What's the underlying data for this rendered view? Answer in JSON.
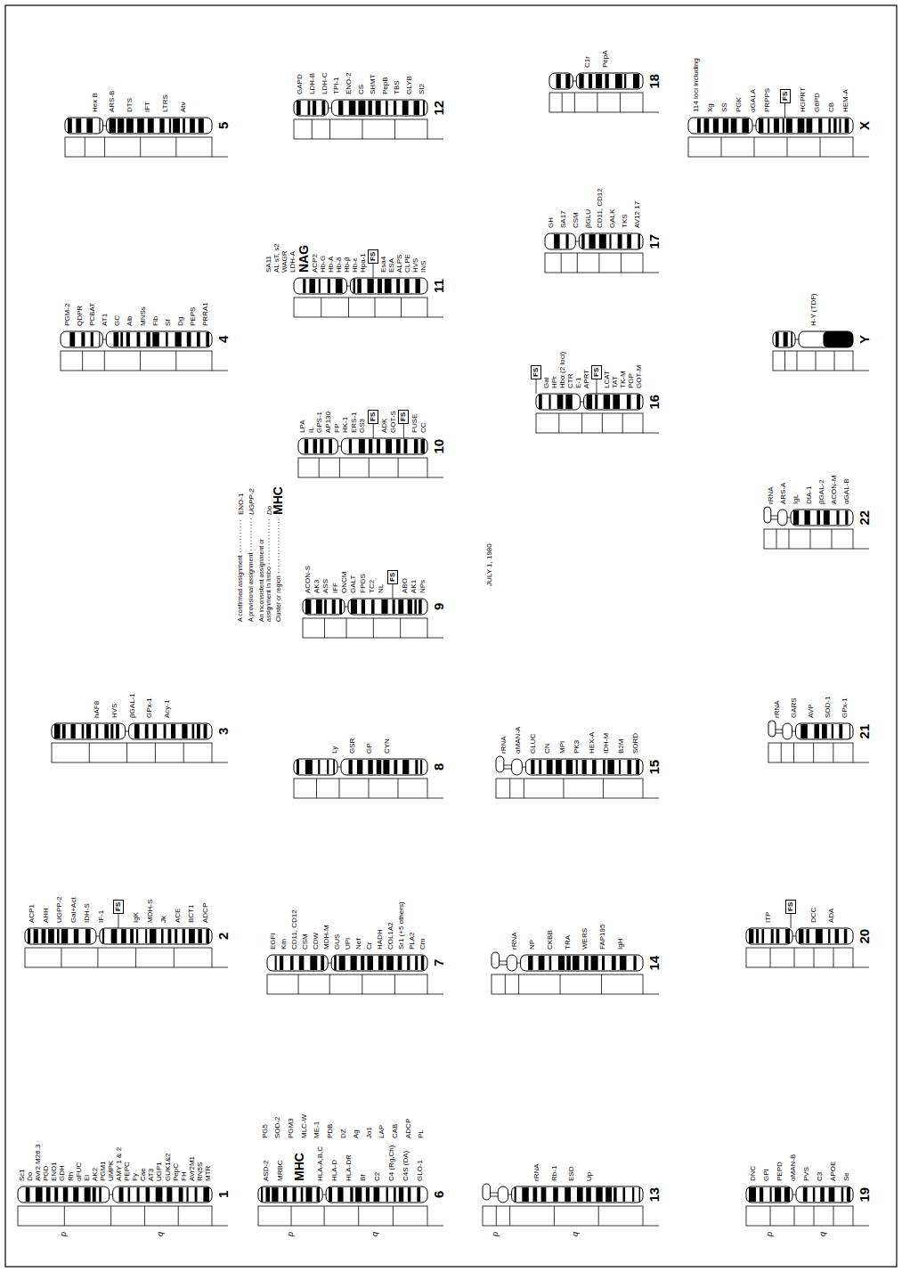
{
  "diagram": {
    "nodes": [
      {
        "text": [
          "FS"
        ]
      },
      {
        "text": [
          "FS"
        ]
      },
      {
        "text": [
          "FS"
        ]
      },
      {
        "text": [
          "FS"
        ]
      },
      {
        "text": [
          "FS"
        ]
      },
      {
        "text": [
          "FS"
        ]
      },
      {
        "text": [
          "FS"
        ]
      },
      {
        "text": [
          "FS"
        ]
      },
      {
        "text": [
          "FS"
        ]
      }
    ],
    "labels": [
      "p",
      "q",
      "Sc1",
      "Do",
      "AVr2 M26.3",
      "PGD",
      "ENO1",
      "GDH",
      "Rh",
      "αFUC",
      "El",
      "AK2",
      "PGM1",
      "UMPK",
      "AMY 1 & 2",
      "PEPC",
      "Fy",
      "Cae",
      "AT3",
      "UGP1",
      "GUK1&2",
      "PepC",
      "FH",
      "AVr2M1",
      "RN5S",
      "MTR",
      "1",
      "ACP1",
      "AHH",
      "UGPP-2",
      "Gal+Act",
      "IDH-S",
      "IF-1",
      "IgK",
      "MDH-S",
      "Jk",
      "ACE",
      "BCT1",
      "ADCP",
      "2",
      "hAF8",
      "HVS",
      "βGAL-1",
      "GPx-1",
      "Acy-1",
      "3",
      "A confirmed assignment",
      "ENO-1",
      "A provisional assignment",
      "UGPP-2",
      "An inconsistent assignment or assignment in limbo",
      "Do",
      "Cluster or region",
      "MHC",
      "PGM-2",
      "QDPR",
      "PCBAT",
      "AT1",
      "GC",
      "Alb",
      "MNSs",
      "Fib",
      "Sf",
      "Dg",
      "PEPS",
      "PRRA1",
      "4",
      "Hex B",
      "ARS-B",
      "DTS",
      "IFT",
      "LTRS",
      "Atv",
      "5",
      "p",
      "q",
      "ASD-2",
      "MRBC",
      "MHC",
      "HLA-A,B,C",
      "HLA-D",
      "HLA-DR",
      "Bf",
      "C2",
      "C4 (Rg,Ch)",
      "C4S (DA)",
      "GLO-1",
      "PG5",
      "SOD-2",
      "PGM3",
      "MLC-W",
      "ME-1",
      "PDB",
      "DZ",
      "Ag",
      "Jo1",
      "LAP",
      "CAB",
      "ADCP",
      "PL",
      "6",
      "EGFI",
      "Km",
      "CD11, CD12",
      "CSM",
      "CDW",
      "MDH-M",
      "GUS",
      "UPI",
      "Nef",
      "Cr",
      "HADH",
      "COL1A2",
      "Sr1 (+5 others)",
      "PLA2",
      "Cm",
      "7",
      "Ly",
      "GSR",
      "GP",
      "CYN",
      "8",
      "ACON-S",
      "AK3",
      "ASS",
      "IFF",
      "ONCM",
      "GALT",
      "FPGS",
      "TC2",
      "NL",
      "ABO",
      "AK1",
      "NPs",
      "9",
      "LPA",
      "IL",
      "GPS-1",
      "AP130",
      "FP",
      "HK-1",
      "ERS-1",
      "GS3",
      "ADK",
      "GOT-S",
      "FUSE",
      "CC",
      "10",
      "SA11",
      "AL sT, s2",
      "WAGR",
      "LDH-A",
      "NAG",
      "ACP2",
      "Hb-G",
      "Hb-A",
      "Hb-δ",
      "Hb-β",
      "Hb-ε",
      "Hpa-1",
      "Esa4",
      "ESA",
      "ALPS",
      "CLPE",
      "HVS",
      "INS",
      "11",
      "GAPD",
      "LDH-B",
      "LDH-C",
      "TPI-1",
      "ENO-2",
      "CS",
      "SHMT",
      "PepB",
      "TBS",
      "GLYB",
      "SI2",
      "12",
      "p",
      "q",
      "rRNA",
      "Rb-1",
      "ESD",
      "Up",
      "13",
      "rRNA",
      "NP",
      "CKBB",
      "TRA",
      "WERS",
      "FAP195",
      "IgH",
      "14",
      "rRNA",
      "αMAN-A",
      "GLUC",
      "CN",
      "MPI",
      "PK3",
      "HEX-A",
      "IDH-M",
      "B2M",
      "SORD",
      "15",
      "JULY 1, 1980",
      "Gal",
      "HPr",
      "Hbα (2 loci)",
      "CTR",
      "E-1",
      "APRT",
      "LCAT",
      "TAT",
      "TK-M",
      "PGP",
      "GOT-M",
      "16",
      "GH",
      "SA17",
      "CSM",
      "βGLU",
      "CD11, CD12",
      "GALK",
      "TKS",
      "AV12 17",
      "17",
      "C1r",
      "PepA",
      "18",
      "p",
      "q",
      "DNC",
      "GPI",
      "PEPD",
      "αMAN-B",
      "PVS",
      "C3",
      "APOE",
      "Se",
      "19",
      "ITP",
      "DCC",
      "ADA",
      "20",
      "rRNA",
      "GARS",
      "AVP",
      "SOD-1",
      "GPx-1",
      "21",
      "rRNA",
      "ARS-A",
      "IgL",
      "DIA-1",
      "βGAL-2",
      "ACON-M",
      "αGAL-B",
      "22",
      "H-Y (TDF)",
      "Y",
      "114 loci including",
      "Xg",
      "SS",
      "PGK",
      "αGALA",
      "PRPPS",
      "HGPRT",
      "G6PD",
      "CB",
      "HEM-A",
      "X"
    ]
  }
}
